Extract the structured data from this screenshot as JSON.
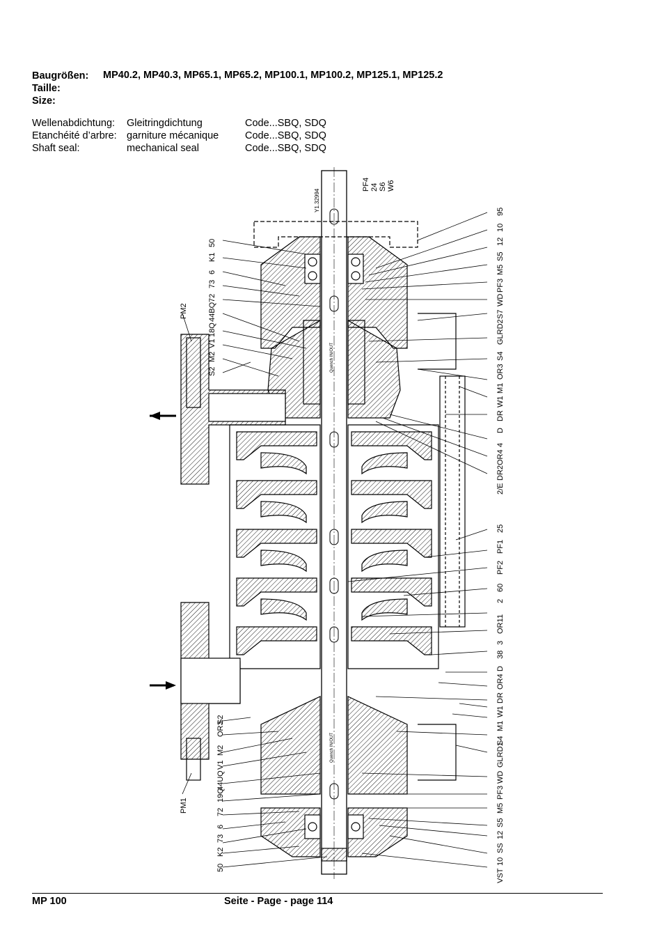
{
  "header": {
    "sizes_label": "Baugrößen:",
    "sizes_value": "MP40.2, MP40.3, MP65.1, MP65.2, MP100.1, MP100.2, MP125.1, MP125.2",
    "taille_label": "Taille:",
    "size_label": "Size:"
  },
  "seal": [
    {
      "label": "Wellenabdichtung:",
      "type": "Gleitringdichtung",
      "code": "Code...SBQ, SDQ"
    },
    {
      "label": "Etanchéité d’arbre:",
      "type": "garniture mécanique",
      "code": "Code...SBQ, SDQ"
    },
    {
      "label": "Shaft seal:",
      "type": "mechanical seal",
      "code": "Code...SBQ, SDQ"
    }
  ],
  "drawing": {
    "top_labels": [
      "PF4",
      "24",
      "S6",
      "W6"
    ],
    "shaft_ref": "Y1.32994",
    "quench_text": "Quench IN/OUT",
    "right_labels": [
      "95",
      "10",
      "12",
      "S5",
      "M5",
      "PF3",
      "WD",
      "S7",
      "GLRD2",
      "S4",
      "OR3",
      "M1",
      "W1",
      "DR",
      "D",
      "4",
      "OR4",
      "DR2",
      "2/E",
      "25",
      "PF1",
      "PF2",
      "60",
      "2",
      "1",
      "OR1",
      "3",
      "38",
      "D",
      "OR4",
      "DR",
      "W1",
      "M1",
      "S4",
      "GLRD1",
      "WD",
      "PF3",
      "M5",
      "S5",
      "12",
      "SS",
      "10",
      "VST"
    ],
    "left_top_labels": [
      "50",
      "K1",
      "6",
      "73",
      "72",
      "44BQ",
      "18Q",
      "V1",
      "M2",
      "S2"
    ],
    "left_bottom_labels": [
      "S2",
      "OR3",
      "M2",
      "V1",
      "44UQ",
      "19Q",
      "72",
      "6",
      "73",
      "K2",
      "50"
    ],
    "pm2": "PM2",
    "pm1": "PM1"
  },
  "footer": {
    "left": "MP 100",
    "center": "Seite - Page - page 114"
  }
}
